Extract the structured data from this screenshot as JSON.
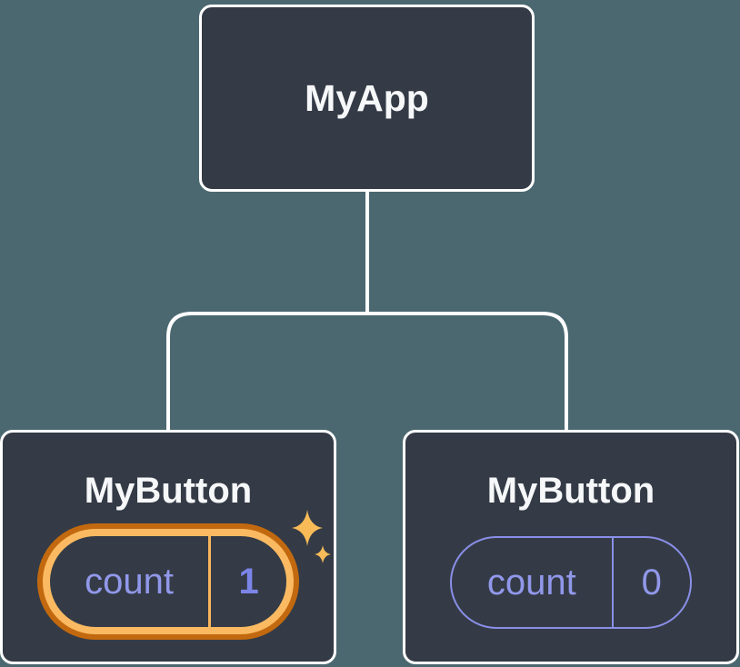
{
  "tree": {
    "root": {
      "label": "MyApp"
    },
    "children": [
      {
        "label": "MyButton",
        "highlighted": true,
        "state": {
          "name": "count",
          "value": "1"
        }
      },
      {
        "label": "MyButton",
        "highlighted": false,
        "state": {
          "name": "count",
          "value": "0"
        }
      }
    ]
  },
  "colors": {
    "background": "#4B6870",
    "node_fill": "#343B46",
    "node_border": "#FFFFFF",
    "connector": "#FFFFFF",
    "title_text": "#F6F7F9",
    "state_text": "#9198EA",
    "state_value_highlight_text": "#7B85E8",
    "state_border": "#8A8FE8",
    "highlight_ring_outer": "#C2690F",
    "highlight_ring_inner": "#FBBA62",
    "highlight_divider": "#F8B45C",
    "sparkle": "#F8BB58"
  }
}
